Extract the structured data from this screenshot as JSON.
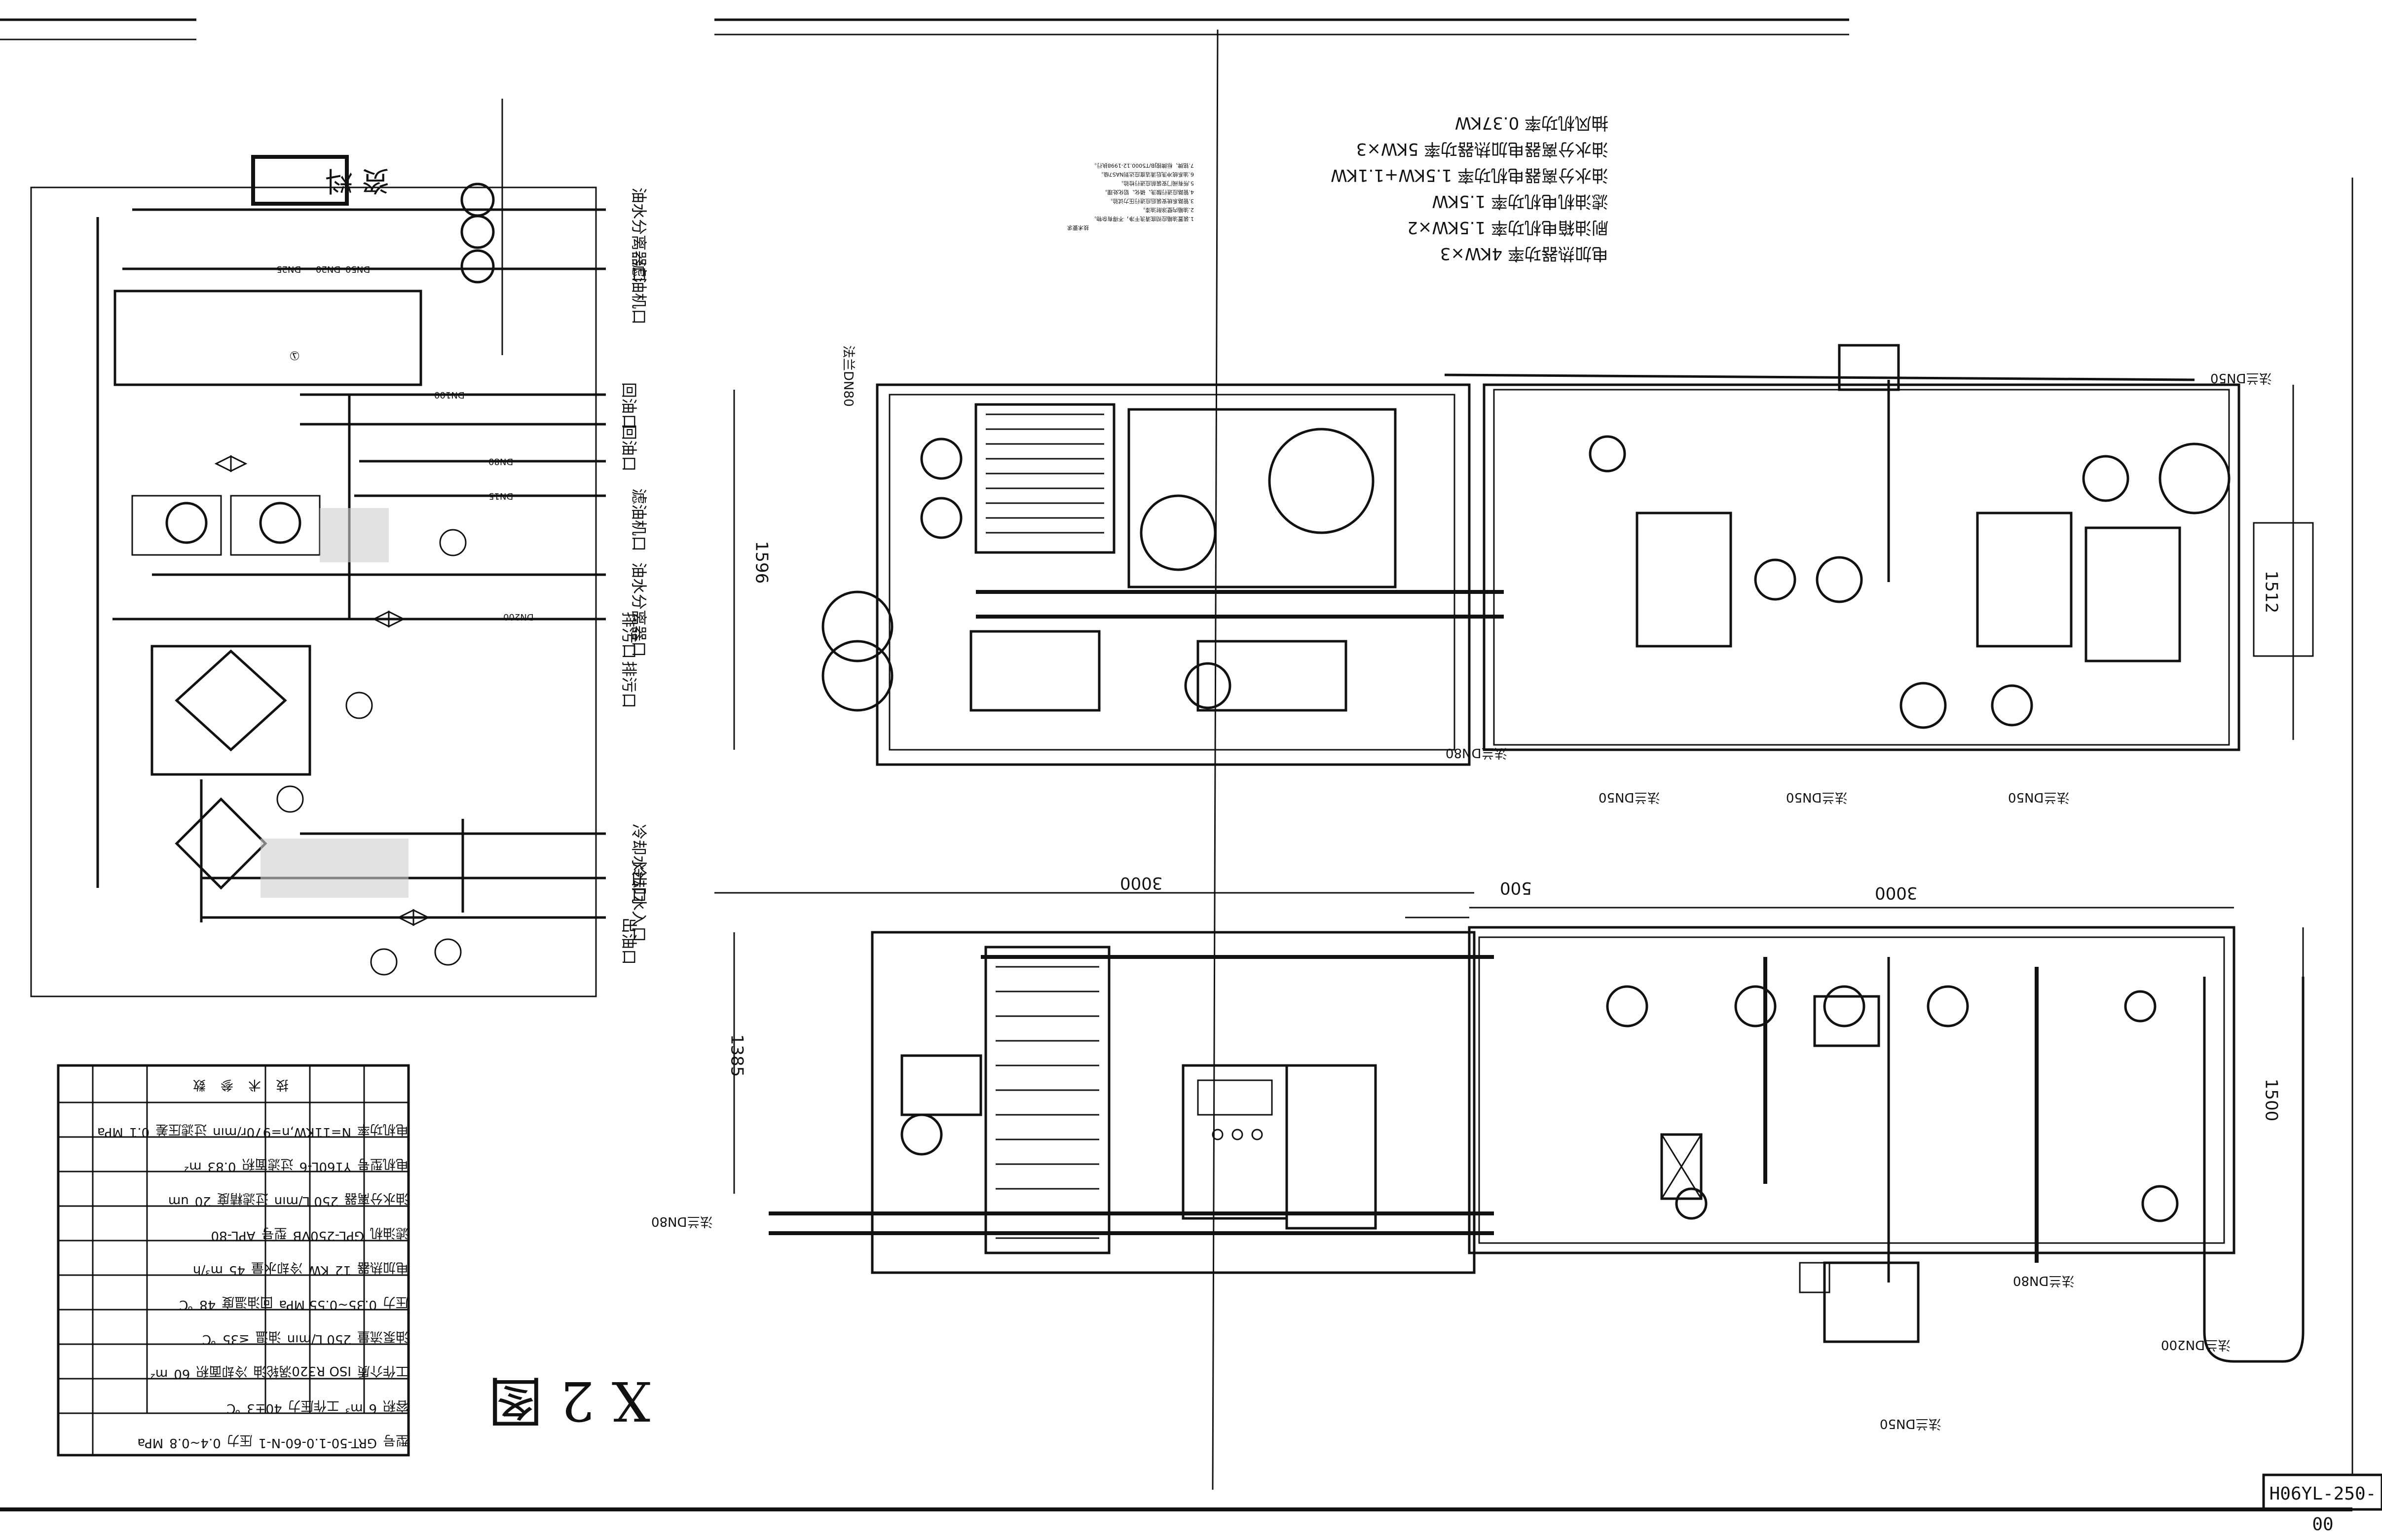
{
  "drawing_number": "H06YL-250-00",
  "sheet_title": "X 2 图",
  "stamp_text": "资料",
  "power_notes": [
    "电加热器功率 4KW×3",
    "刷油箱电机功率 1.5KW×2",
    "滤油机电机功率 1.5KW",
    "油水分离器电机功率 1.5KW+1.1KW",
    "油水分离器电加热器功率 5KW×3",
    "抽风机功率 0.37KW"
  ],
  "tech_notes_title": "技术要求",
  "tech_notes": [
    "1.装置油箱应彻底清洗干净，不得有杂物。",
    "2.油箱内壁涂耐油漆。",
    "3.管路系统安装后应进行压力试验。",
    "4.管路应进行酸洗、磷化、铝化处理。",
    "5.所有阀门安装前应进行检验。",
    "6.油系统冲洗后清洁度应达到NAS7级。",
    "7.铭牌、标牌按JB/T5000.12-1998执行。"
  ],
  "ports": [
    "油水分离器口",
    "滤油机口",
    "回油口",
    "回油口",
    "滤油机口",
    "油水分离器口",
    "排污口",
    "排污口",
    "冷却水出口",
    "冷却水入口",
    "出油口"
  ],
  "pipe_sizes": {
    "dn15": "DN15",
    "dn20": "DN20",
    "dn25": "DN25",
    "dn50": "DN50",
    "dn80": "DN80",
    "dn100": "DN100",
    "dn200": "DN200"
  },
  "flange_labels": {
    "f_dn80_a": "法兰DN80",
    "f_dn80_b": "法兰DN80",
    "f_dn80_c": "法兰DN80",
    "f_dn80_d": "法兰DN80",
    "f_dn50_a": "法兰DN50",
    "f_dn50_b": "法兰DN50",
    "f_dn50_c": "法兰DN50",
    "f_dn50_d": "法兰DN50",
    "f_dn50_e": "法兰DN50",
    "f_dn200": "法兰DN200"
  },
  "dimensions": {
    "top_height": "1596",
    "top_right_height": "1512",
    "bottom_height": "1385",
    "bottom_right_height": "1500",
    "len_a": "3000",
    "len_b": "3000",
    "len_c": "500"
  },
  "spec_table": {
    "title": "技术参数",
    "rows": [
      [
        "型号",
        "GRT-50-1.0-60-N-1",
        "压力",
        "0.4~0.8",
        "MPa"
      ],
      [
        "容积",
        "6",
        "m³",
        "工作压力",
        "40±3",
        "℃"
      ],
      [
        "工作介质",
        "ISO R320涡轮油",
        "冷却面积",
        "60",
        "m²"
      ],
      [
        "油泵流量",
        "250 L/min",
        "油温",
        "≤35",
        "℃"
      ],
      [
        "压力",
        "0.35~0.55 MPa",
        "回油温度",
        "48",
        "℃"
      ],
      [
        "电加热器",
        "12",
        "KW",
        "冷却水量",
        "45",
        "m³/h"
      ],
      [
        "滤油机",
        "GPL-250VB",
        "型号",
        "APL-80"
      ],
      [
        "油水分离器",
        "250 L/min",
        "过滤精度",
        "20",
        "um"
      ],
      [
        "电机型号",
        "Y160L-6",
        "过滤面积",
        "0.83",
        "m²"
      ],
      [
        "电机功率",
        "N=11KW,n=970r/min",
        "过滤压差",
        "0.1",
        "MPa"
      ]
    ]
  }
}
